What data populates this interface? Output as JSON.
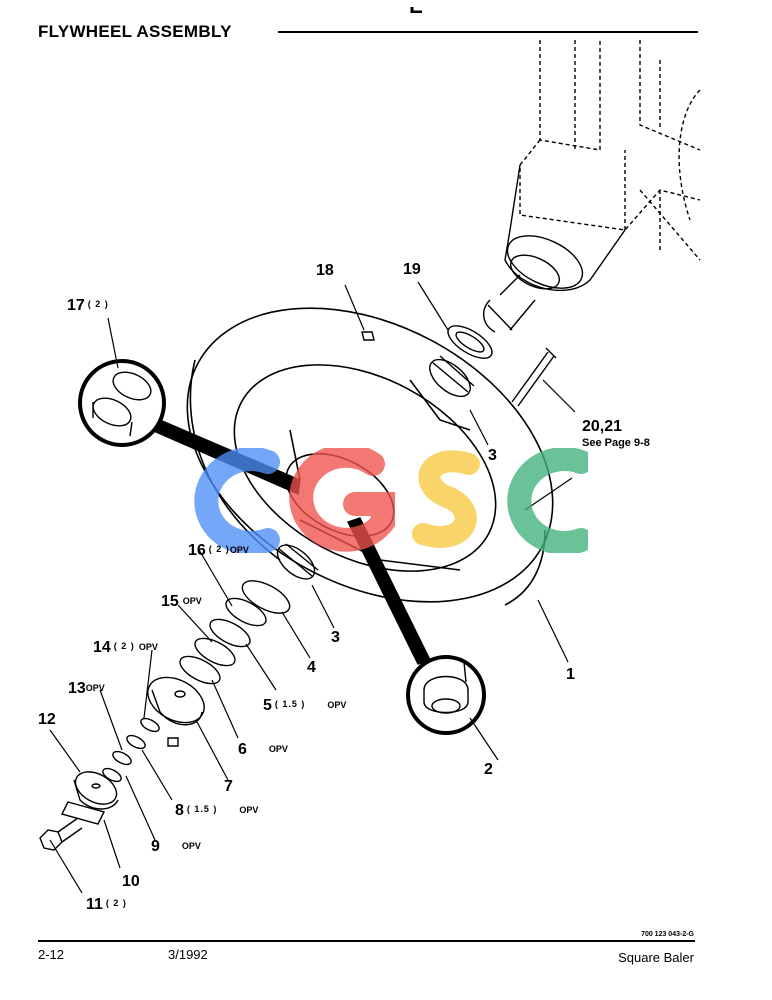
{
  "header": {
    "title": "FLYWHEEL ASSEMBLY"
  },
  "callouts": [
    {
      "id": "1",
      "number": "1"
    },
    {
      "id": "2",
      "number": "2"
    },
    {
      "id": "3a",
      "number": "3"
    },
    {
      "id": "3b",
      "number": "3"
    },
    {
      "id": "4",
      "number": "4"
    },
    {
      "id": "5",
      "number": "5",
      "qty": "( 1.5 )",
      "note": "OPV"
    },
    {
      "id": "6",
      "number": "6",
      "note": "OPV"
    },
    {
      "id": "7",
      "number": "7"
    },
    {
      "id": "8",
      "number": "8",
      "qty": "( 1.5 )",
      "note": "OPV"
    },
    {
      "id": "9",
      "number": "9",
      "note": "OPV"
    },
    {
      "id": "10",
      "number": "10"
    },
    {
      "id": "11",
      "number": "11",
      "qty": "( 2 )"
    },
    {
      "id": "12",
      "number": "12"
    },
    {
      "id": "13",
      "number": "13",
      "note": "OPV"
    },
    {
      "id": "14",
      "number": "14",
      "qty": "( 2 )",
      "note": "OPV"
    },
    {
      "id": "15",
      "number": "15",
      "note": "OPV"
    },
    {
      "id": "16",
      "number": "16",
      "qty": "( 2 )",
      "note": "OPV"
    },
    {
      "id": "17",
      "number": "17",
      "qty": "( 2 )"
    },
    {
      "id": "18",
      "number": "18"
    },
    {
      "id": "19",
      "number": "19"
    },
    {
      "id": "20_21",
      "number": "20,21",
      "reference": "See Page 9-8"
    }
  ],
  "footer": {
    "drawing_number": "700 123 043-2-G",
    "page": "2-12",
    "date": "3/1992",
    "product": "Square Baler"
  },
  "watermark": {
    "text": "CGSC",
    "colors": [
      "#4f8ff7",
      "#f0524c",
      "#f8c93e",
      "#41b27d"
    ]
  }
}
